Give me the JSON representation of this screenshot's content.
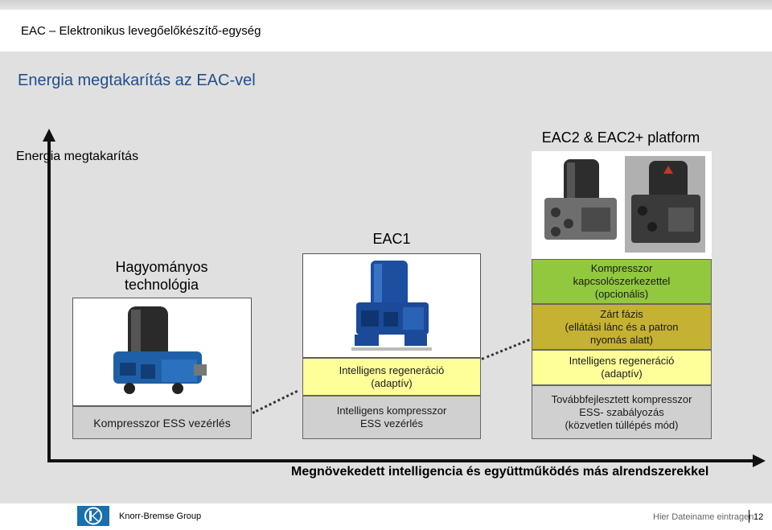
{
  "header": {
    "title": "EAC – Elektronikus levegőelőkészítő-egység"
  },
  "slide": {
    "title": "Energia megtakarítás az EAC-vel"
  },
  "axes": {
    "y_label": "Energia megtakarítás",
    "x_label": "Megnövekedett intelligencia és együttműködés más alrendszerekkel"
  },
  "columns": {
    "traditional": {
      "title_line1": "Hagyományos",
      "title_line2": "technológia",
      "cells": [
        "Kompresszor ESS vezérlés"
      ]
    },
    "eac1": {
      "title": "EAC1",
      "cells": [
        {
          "line1": "Intelligens regeneráció",
          "line2": "(adaptív)"
        },
        {
          "line1": "Intelligens kompresszor",
          "line2": "ESS vezérlés"
        }
      ]
    },
    "eac2": {
      "title": "EAC2 & EAC2+ platform",
      "cells": [
        {
          "line1": "Kompresszor",
          "line2": "kapcsolószerkezettel",
          "line3": "(opcionális)",
          "color": "#92c83e"
        },
        {
          "line1": "Zárt fázis",
          "line2": "(ellátási lánc és a patron",
          "line3": "nyomás alatt)",
          "color": "#c6b232"
        },
        {
          "line1": "Intelligens regeneráció",
          "line2": "(adaptív)",
          "color": "#ffff99"
        },
        {
          "line1": "Továbbfejlesztett kompresszor",
          "line2": "ESS- szabályozás",
          "line3": "(közvetlen túllépés mód)",
          "color": "#d0d0d0"
        }
      ]
    }
  },
  "footer": {
    "brand": "Knorr-Bremse Group",
    "note": "Hier Dateiname eintragen",
    "page": "12"
  },
  "colors": {
    "title_blue": "#1f4e8c",
    "eac1_regen": "#ffff99",
    "logo_blue": "#1a6fad"
  }
}
